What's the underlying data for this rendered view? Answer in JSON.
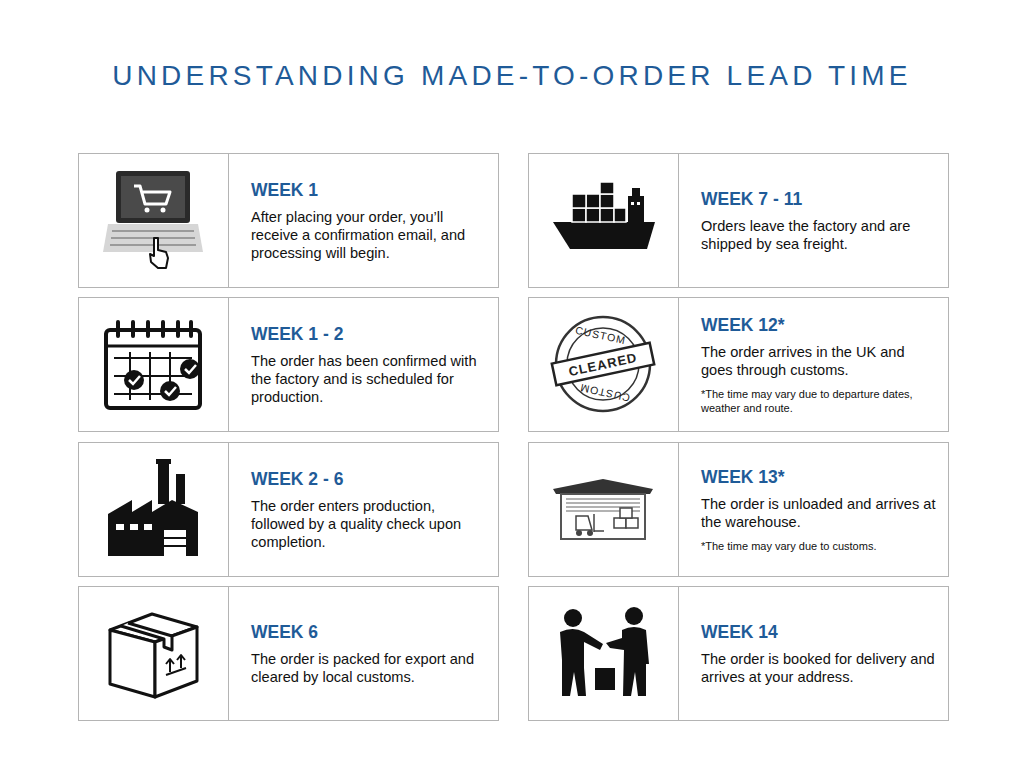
{
  "diagram": {
    "title": "UNDERSTANDING MADE-TO-ORDER LEAD TIME",
    "nodes": [
      {
        "text": [
          "WEEK 1",
          "After placing your order, you’ll receive a confirmation email, and processing will begin."
        ]
      },
      {
        "text": [
          "WEEK 1 - 2",
          "The order has been confirmed with the factory and is scheduled for production."
        ]
      },
      {
        "text": [
          "WEEK 2 - 6",
          "The order enters production, followed by a quality check upon completion."
        ]
      },
      {
        "text": [
          "WEEK 6",
          "The order is packed for export and cleared by local customs."
        ]
      },
      {
        "text": [
          "WEEK 7 - 11",
          "Orders leave the factory and are shipped by sea freight."
        ]
      },
      {
        "text": [
          "WEEK 12*",
          "The order arrives in the UK and goes through customs.",
          "*The time may vary due to departure dates, weather and route."
        ]
      },
      {
        "text": [
          "WEEK 13*",
          "The order is unloaded and arrives at the warehouse.",
          "*The time may vary due to customs."
        ]
      },
      {
        "text": [
          "WEEK 14",
          "The order is booked for delivery and arrives at your address."
        ]
      }
    ],
    "labels": [
      "CUSTOM",
      "CLEARED",
      "CUSTOM"
    ]
  }
}
